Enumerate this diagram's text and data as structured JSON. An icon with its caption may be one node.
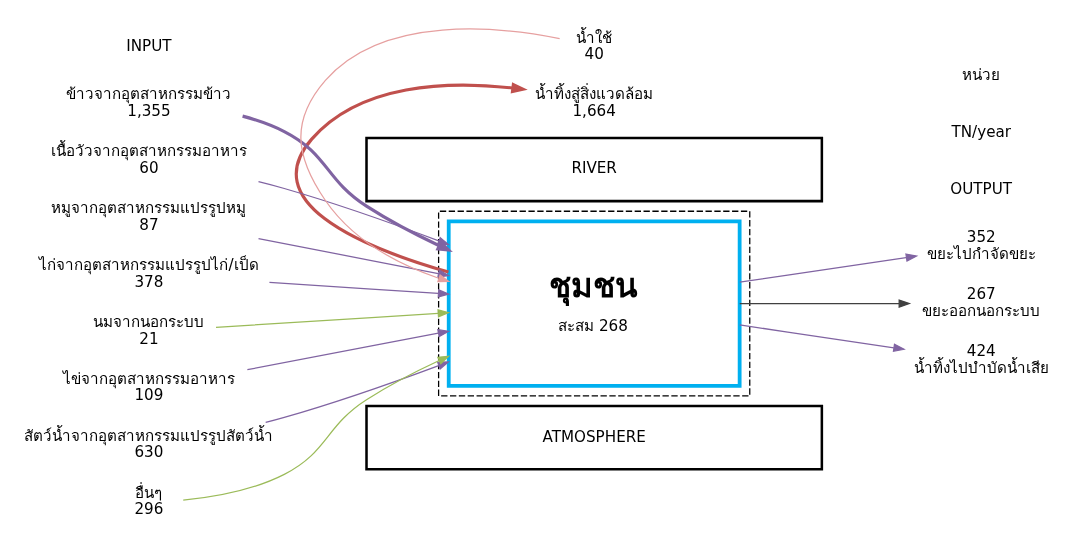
{
  "diagram": {
    "nodes": [
      {
        "text": [
          "ATMOSPHERE"
        ]
      },
      {
        "text": [],
        "shape": "box"
      },
      {
        "text": [
          "ชุมชน",
          "สะสม 268"
        ],
        "in": 1
      },
      {
        "text": [
          "ข้าวจากอุตสาหกรรมข้าว",
          "1,355"
        ]
      },
      {
        "text": [
          "เนื้อวัวจากอุตสาหกรรมอาหาร",
          "60"
        ]
      },
      {
        "text": [
          "หมูจากอุตสาหกรรมแปรรูปหมู",
          "87"
        ]
      },
      {
        "text": [
          "ไก่จากอุตสาหกรรมแปรรูปไก่/เป็ด",
          "378"
        ]
      },
      {
        "text": [
          "นมจากนอกระบบ",
          "21"
        ]
      },
      {
        "text": [
          "ไข่จากอุตสาหกรรมอาหาร",
          "109"
        ]
      },
      {
        "text": [
          "สัตว์น้ำจากอุตสาหกรรมแปรรูปสัตว์น้ำ",
          "630"
        ]
      },
      {
        "text": [
          "อื่นๆ",
          "296"
        ]
      },
      {
        "text": [
          "352",
          "ขยะไปกำจัดขยะ"
        ]
      },
      {
        "text": [
          "267",
          "ขยะออกนอกระบบ"
        ]
      },
      {
        "text": [
          "424",
          "น้ำทิ้งไปบำบัดน้ำเสีย"
        ]
      },
      {
        "text": [
          "น้ำใช้",
          "40"
        ]
      },
      {
        "text": [
          "น้ำทิ้งสู่สิ่งแวดล้อม",
          "1,664"
        ]
      },
      {
        "text": [
          "RIVER"
        ]
      }
    ],
    "edges": [
      {
        "from": 3,
        "to": 2,
        "arrow": "to",
        "style": "thick"
      },
      {
        "from": 4,
        "to": 2,
        "arrow": "to"
      },
      {
        "from": 5,
        "to": 2,
        "arrow": "to"
      },
      {
        "from": 6,
        "to": 2,
        "arrow": "to"
      },
      {
        "from": 7,
        "to": 2,
        "arrow": "to",
        "color": "#9bbb59"
      },
      {
        "from": 8,
        "to": 2,
        "arrow": "to"
      },
      {
        "from": 9,
        "to": 2,
        "arrow": "to"
      },
      {
        "from": 10,
        "to": 2,
        "arrow": "to",
        "color": "#9bbb59"
      },
      {
        "from": 2,
        "to": 11,
        "arrow": "to"
      },
      {
        "from": 2,
        "to": 12,
        "arrow": "to",
        "color": "#404040"
      },
      {
        "from": 2,
        "to": 13,
        "arrow": "to"
      },
      {
        "from": 14,
        "to": 2,
        "arrow": "to",
        "color": "#e6a0a0"
      },
      {
        "from": 2,
        "to": 15,
        "arrow": "to",
        "style": "thick",
        "color": "#c0504d"
      }
    ],
    "labels": [
      "หน่วย",
      "TN/year",
      "INPUT",
      "OUTPUT"
    ]
  }
}
